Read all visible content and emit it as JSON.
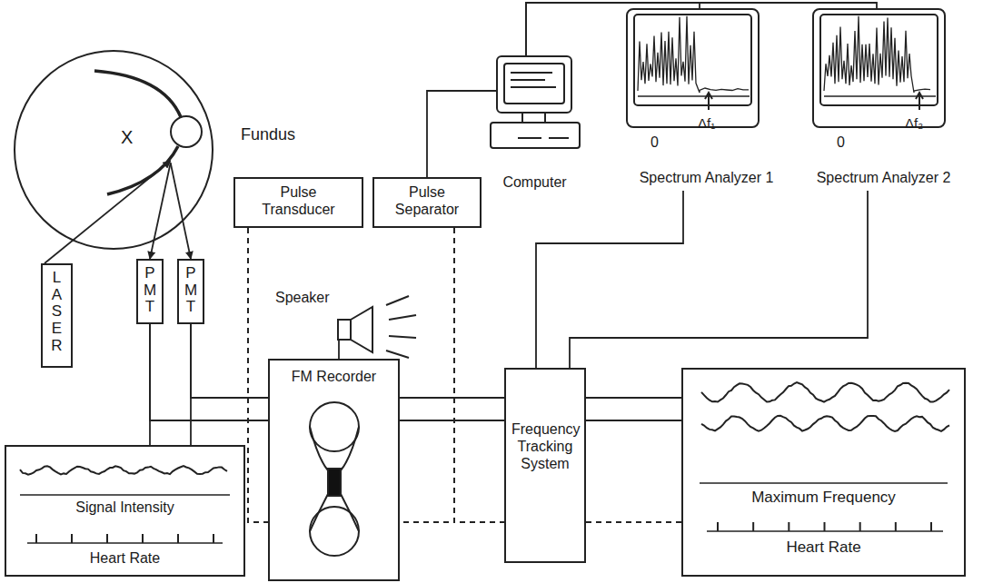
{
  "diagram": {
    "nodes": [
      {
        "text": [
          "Fundus",
          "X"
        ]
      },
      {
        "text": [
          "LASER"
        ]
      },
      {
        "text": [
          "PMT"
        ]
      },
      {
        "text": [
          "PMT"
        ]
      },
      {
        "text": [
          "Pulse Transducer"
        ]
      },
      {
        "text": [
          "Pulse Separator"
        ]
      },
      {
        "text": [
          "Computer"
        ]
      },
      {
        "text": [
          "0",
          "Δf₁",
          "Spectrum Analyzer 1"
        ]
      },
      {
        "text": [
          "0",
          "Δf₂",
          "Spectrum Analyzer 2"
        ]
      },
      {
        "text": [
          "Speaker"
        ]
      },
      {
        "text": [
          "FM Recorder"
        ]
      },
      {
        "text": [
          "Frequency Tracking System"
        ]
      },
      {
        "text": [
          "Signal Intensity",
          "Heart Rate"
        ]
      },
      {
        "text": [
          "Maximum Frequency",
          "Heart Rate"
        ]
      }
    ],
    "edges": [
      {
        "from": 1,
        "to": 0,
        "arrow": "to"
      },
      {
        "from": 0,
        "to": 2,
        "arrow": "to"
      },
      {
        "from": 0,
        "to": 3,
        "arrow": "to"
      },
      {
        "from": 2,
        "to": 12,
        "arrow": "none"
      },
      {
        "from": 3,
        "to": 12,
        "arrow": "none"
      },
      {
        "from": 2,
        "to": 10,
        "arrow": "none"
      },
      {
        "from": 3,
        "to": 10,
        "arrow": "none"
      },
      {
        "from": 4,
        "to": 12,
        "arrow": "none"
      },
      {
        "from": 4,
        "to": 10,
        "arrow": "none"
      },
      {
        "from": 5,
        "to": 10,
        "arrow": "none"
      },
      {
        "from": 5,
        "to": 11,
        "arrow": "none"
      },
      {
        "from": 5,
        "to": 6,
        "arrow": "none"
      },
      {
        "from": 6,
        "to": 7,
        "arrow": "none"
      },
      {
        "from": 6,
        "to": 8,
        "arrow": "none"
      },
      {
        "from": 9,
        "to": 10,
        "arrow": "none"
      },
      {
        "from": 10,
        "to": 11,
        "arrow": "none"
      },
      {
        "from": 10,
        "to": 11,
        "arrow": "none"
      },
      {
        "from": 11,
        "to": 7,
        "arrow": "none"
      },
      {
        "from": 11,
        "to": 8,
        "arrow": "none"
      },
      {
        "from": 11,
        "to": 13,
        "arrow": "none"
      },
      {
        "from": 11,
        "to": 13,
        "arrow": "none"
      },
      {
        "from": 11,
        "to": 13,
        "arrow": "none"
      }
    ]
  }
}
